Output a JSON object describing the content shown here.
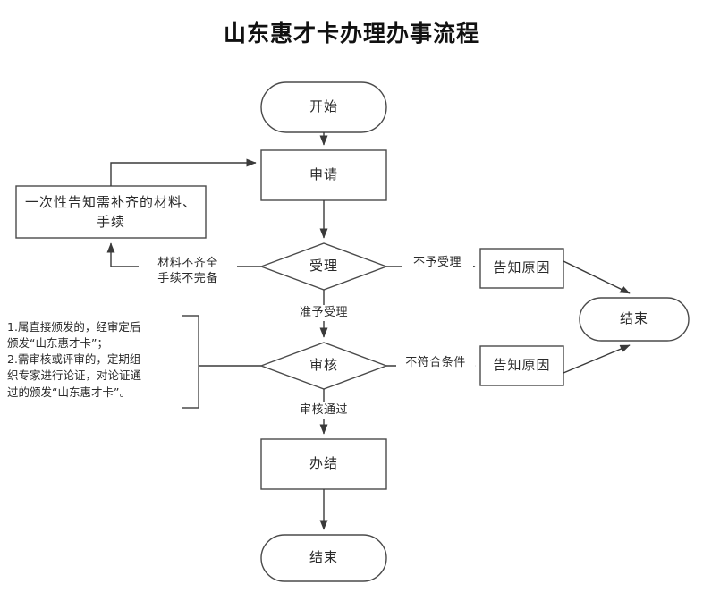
{
  "title": "山东惠才卡办理办事流程",
  "colors": {
    "stroke": "#4a4a4a",
    "text": "#2a2a2a",
    "background": "#ffffff"
  },
  "nodes": {
    "start": "开始",
    "apply": "申请",
    "notify_materials": "一次性告知需补齐的材料、手续",
    "accept_decision": "受理",
    "inform_reason_top": "告知原因",
    "end_right": "结束",
    "review_decision": "审核",
    "inform_reason_bottom": "告知原因",
    "complete": "办结",
    "end_bottom": "结束"
  },
  "notes": {
    "review_rule_line1": "1.属直接颁发的，经审定后",
    "review_rule_line2": "颁发“山东惠才卡”；",
    "review_rule_line3": "2.需审核或评审的，定期组",
    "review_rule_line4": "织专家进行论证，对论证通",
    "review_rule_line5": "过的颁发“山东惠才卡”。"
  },
  "edge_labels": {
    "materials_incomplete_line1": "材料不齐全",
    "materials_incomplete_line2": "手续不完备",
    "accept_granted": "准予受理",
    "accept_refused": "不予受理",
    "review_not_qualified": "不符合条件",
    "review_passed": "审核通过"
  }
}
